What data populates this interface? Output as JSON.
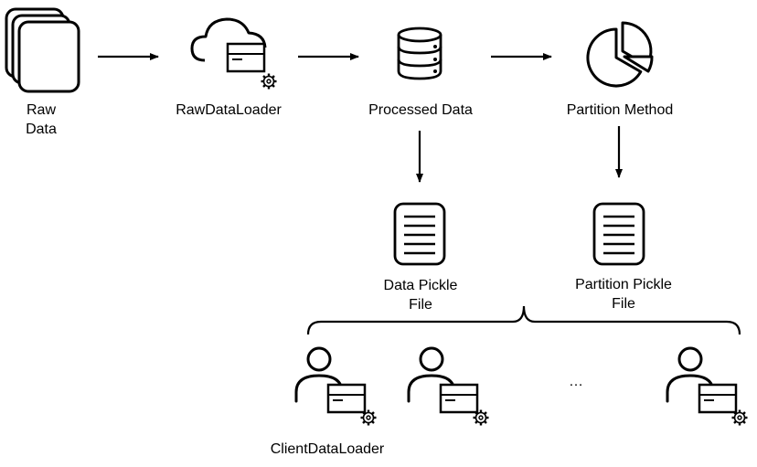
{
  "nodes": {
    "raw_data": {
      "line1": "Raw",
      "line2": "Data"
    },
    "raw_data_loader": "RawDataLoader",
    "processed_data": "Processed Data",
    "partition_method": "Partition Method",
    "data_pickle_file": {
      "line1": "Data Pickle",
      "line2": "File"
    },
    "partition_pickle_file": {
      "line1": "Partition Pickle",
      "line2": "File"
    },
    "client_data_loader": "ClientDataLoader",
    "ellipsis": "…"
  },
  "icons": {
    "raw_data": "stacked-documents-icon",
    "raw_data_loader": "cloud-with-loader-gear-icon",
    "processed_data": "database-icon",
    "partition_method": "pie-chart-icon",
    "pickle_file": "document-lines-icon",
    "client": "user-with-loader-gear-icon"
  }
}
